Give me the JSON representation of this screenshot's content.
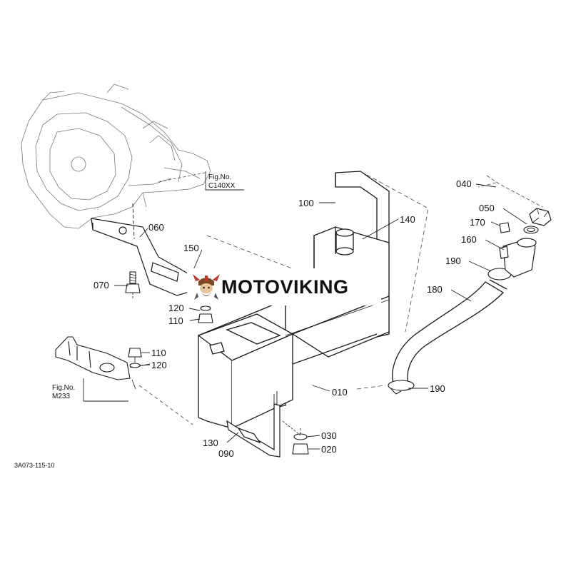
{
  "brand": {
    "name": "MOTOVIKING",
    "colors": {
      "text": "#111111",
      "logo_primary": "#c0392b",
      "logo_secondary": "#7a4a22"
    }
  },
  "diagram": {
    "code": "3A073-115-10",
    "figure_refs": [
      {
        "line1": "Fig.No.",
        "line2": "C140XX"
      },
      {
        "line1": "Fig.No.",
        "line2": "M233"
      }
    ],
    "part_labels": [
      "040",
      "050",
      "170",
      "160",
      "190",
      "180",
      "190",
      "100",
      "140",
      "060",
      "150",
      "070",
      "120",
      "110",
      "110",
      "120",
      "010",
      "030",
      "020",
      "130",
      "090"
    ]
  },
  "colors": {
    "line": "#1a1a1a",
    "faint": "#555555",
    "background": "#ffffff"
  }
}
